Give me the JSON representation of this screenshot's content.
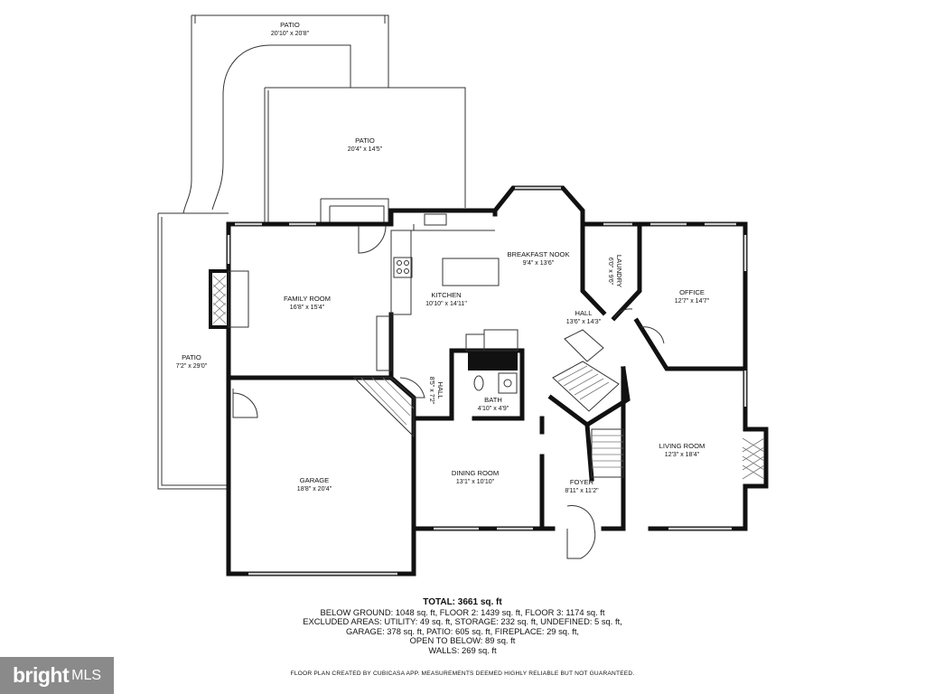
{
  "rooms": {
    "patio_top": {
      "name": "PATIO",
      "dims": "20'10\" x 20'8\""
    },
    "patio_mid": {
      "name": "PATIO",
      "dims": "20'4\" x 14'5\""
    },
    "patio_left": {
      "name": "PATIO",
      "dims": "7'2\" x 29'0\""
    },
    "family_room": {
      "name": "FAMILY ROOM",
      "dims": "16'8\" x 15'4\""
    },
    "kitchen": {
      "name": "KITCHEN",
      "dims": "10'10\" x 14'11\""
    },
    "breakfast_nook": {
      "name": "BREAKFAST NOOK",
      "dims": "9'4\" x 13'6\""
    },
    "laundry": {
      "name": "LAUNDRY",
      "dims": "6'0\" x 9'6\""
    },
    "office": {
      "name": "OFFICE",
      "dims": "12'7\" x 14'7\""
    },
    "hall_main": {
      "name": "HALL",
      "dims": "13'6\" x 14'3\""
    },
    "hall_small": {
      "name": "HALL",
      "dims": "8'5\" x 7'2\""
    },
    "bath": {
      "name": "BATH",
      "dims": "4'10\" x 4'9\""
    },
    "garage": {
      "name": "GARAGE",
      "dims": "18'8\" x 20'4\""
    },
    "dining_room": {
      "name": "DINING ROOM",
      "dims": "13'1\" x 10'10\""
    },
    "foyer": {
      "name": "FOYER",
      "dims": "8'11\" x 11'2\""
    },
    "living_room": {
      "name": "LIVING ROOM",
      "dims": "12'3\" x 18'4\""
    }
  },
  "summary": {
    "total": "TOTAL: 3661 sq. ft",
    "line1": "BELOW GROUND: 1048 sq. ft, FLOOR 2: 1439 sq. ft, FLOOR 3: 1174 sq. ft",
    "line2": "EXCLUDED AREAS: UTILITY: 49 sq. ft, STORAGE: 232 sq. ft, UNDEFINED: 5 sq. ft,",
    "line3": "GARAGE: 378 sq. ft, PATIO: 605 sq. ft, FIREPLACE: 29 sq. ft,",
    "line4": "OPEN TO BELOW: 89 sq. ft",
    "line5": "WALLS: 269 sq. ft"
  },
  "disclaimer": "FLOOR PLAN CREATED BY CUBICASA APP. MEASUREMENTS DEEMED HIGHLY RELIABLE BUT NOT GUARANTEED.",
  "brand": {
    "name": "bright",
    "suffix": "MLS",
    "color": "#8a8a8a"
  }
}
